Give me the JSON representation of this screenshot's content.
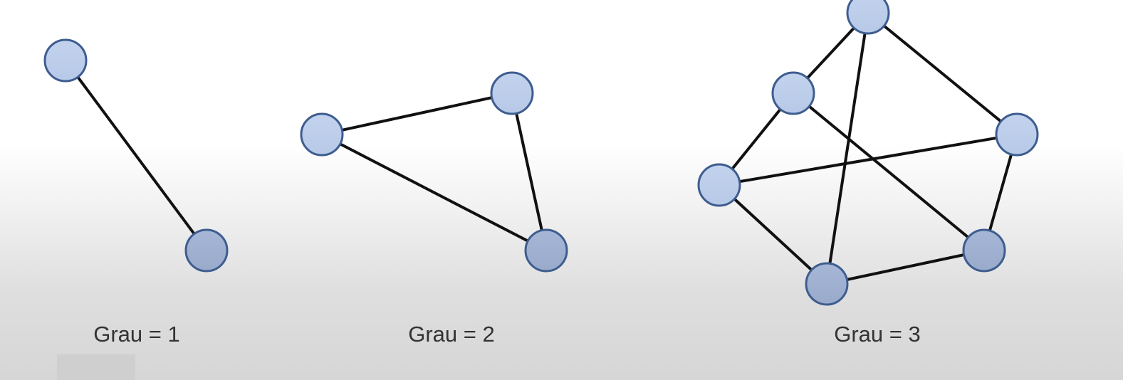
{
  "colors": {
    "node_fill_light": "#b7c9e7",
    "node_fill_dark": "#99aacb",
    "node_stroke": "#3e5d8f",
    "edge": "#111111"
  },
  "graphs": [
    {
      "id": "g1",
      "caption": "Grau = 1"
    },
    {
      "id": "g2",
      "caption": "Grau = 2"
    },
    {
      "id": "g3",
      "caption": "Grau = 3"
    }
  ]
}
